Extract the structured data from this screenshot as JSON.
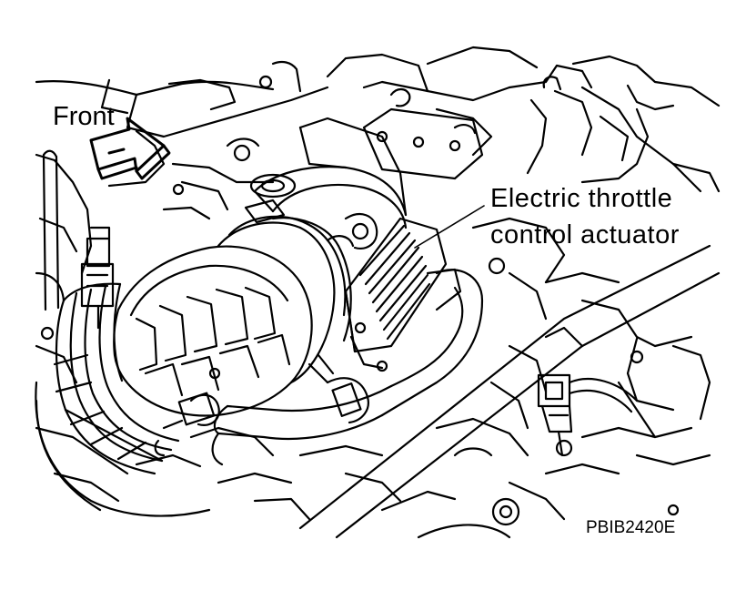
{
  "labels": {
    "front": "Front",
    "actuator_line1": "Electric throttle",
    "actuator_line2": "control actuator",
    "figure_code": "PBIB2420E"
  },
  "colors": {
    "line": "#000000",
    "background": "#ffffff"
  }
}
